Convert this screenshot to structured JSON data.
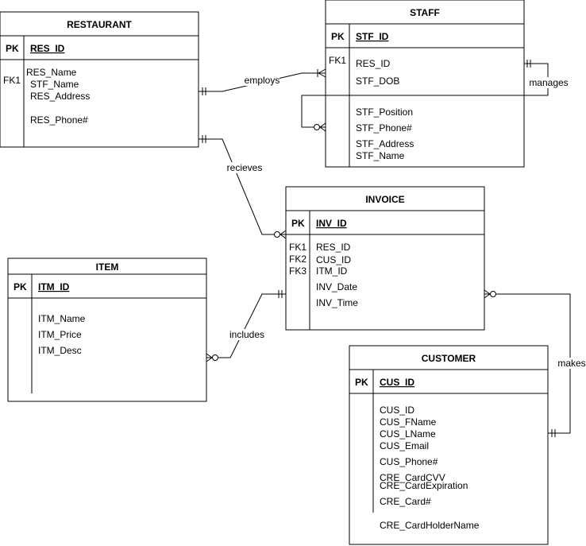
{
  "entities": {
    "restaurant": {
      "title": "RESTAURANT",
      "pk_label": "PK",
      "pk_field": "RES_ID",
      "fk_labels": [
        "FK1"
      ],
      "attributes": [
        "RES_Name",
        "STF_Name",
        "RES_Address",
        "RES_Phone#"
      ]
    },
    "staff": {
      "title": "STAFF",
      "pk_label": "PK",
      "pk_field": "STF_ID",
      "fk_labels": [
        "FK1"
      ],
      "attributes": [
        "RES_ID",
        "STF_DOB"
      ],
      "attributes_2": [
        "STF_Position",
        "STF_Phone#",
        "STF_Address",
        "STF_Name"
      ]
    },
    "invoice": {
      "title": "INVOICE",
      "pk_label": "PK",
      "pk_field": "INV_ID",
      "fk_labels": [
        "FK1",
        "FK2",
        "FK3"
      ],
      "attributes": [
        "RES_ID",
        "CUS_ID",
        "ITM_ID",
        "INV_Date",
        "INV_Time"
      ]
    },
    "item": {
      "title": "ITEM",
      "pk_label": "PK",
      "pk_field": "ITM_ID",
      "attributes": [
        "ITM_Name",
        "ITM_Price",
        "ITM_Desc"
      ]
    },
    "customer": {
      "title": "CUSTOMER",
      "pk_label": "PK",
      "pk_field": "CUS_ID",
      "attributes": [
        "CUS_ID",
        "CUS_FName",
        "CUS_LName",
        "CUS_Email",
        "CUS_Phone#",
        "CRE_CardCVV",
        "CRE_CardExpiration",
        "CRE_Card#",
        "CRE_CardHolderName"
      ]
    }
  },
  "relationships": {
    "employs": "employs",
    "manages": "manages",
    "recieves": "recieves",
    "includes": "includes",
    "makes": "makes"
  }
}
